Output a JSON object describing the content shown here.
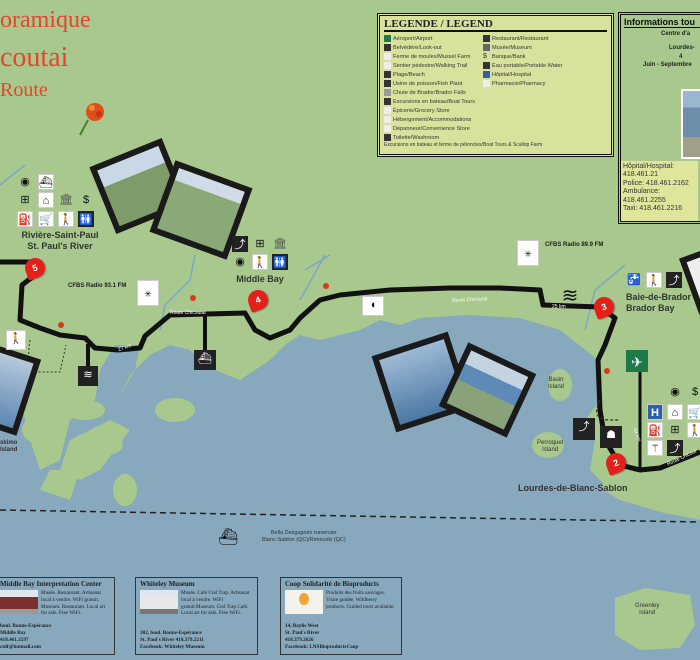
{
  "title": {
    "line1": "oramique",
    "line2": "coutai",
    "line3": "Route"
  },
  "legend": {
    "heading": "LEGENDE / LEGEND",
    "left": [
      "Aéroport/Airport",
      "Belvédère/Look-out",
      "Ferme de moules/Mussel Farm",
      "Sentier pédestre/Walking Trail",
      "Plage/Beach",
      "Usine de poisson/Fish Plant",
      "Chute de Brador/Brador Falls",
      "Excursions en bateau/Boat Tours",
      "Épicerie/Grocery Store",
      "Hébergement/Accommodations",
      "Dépanneur/Convenience Store",
      "Toilette/Washroom"
    ],
    "right": [
      "Restaurant/Restaurant",
      "Musée/Museum",
      "Banque/Bank",
      "Eau portable/Portable Water",
      "Hôpital/Hospital",
      "Pharmacie/Pharmacy"
    ],
    "full": "Excursions en bateau et ferme de pétoncles/Boat Tours & Scallop Farm"
  },
  "info": {
    "heading": "Informations tou",
    "lines": [
      "Centre d'a",
      "Lourdes-",
      "4",
      "Juin - Septembre"
    ],
    "emergency": [
      "Hôpital/Hospital: 418.461.21",
      "Police: 418.461.2162",
      "Ambulance: 418.461.2255",
      "Taxi: 418.461.2216"
    ]
  },
  "places": {
    "st_paul": [
      "Rivière-Saint-Paul",
      "St. Paul's River"
    ],
    "middle_bay": "Middle Bay",
    "brador": [
      "Baie-de-Brador",
      "Brador Bay"
    ],
    "lourdes": "Lourdes-de-Blanc-Sablon",
    "basin": [
      "Basin",
      "Island"
    ],
    "perroquet": [
      "Perroquet",
      "Island"
    ],
    "eskimo": [
      "skimo",
      "Island"
    ],
    "greenley": [
      "Greenley",
      "Island"
    ]
  },
  "radio": [
    "CFBS Radio 93.1 FM",
    "CFBS Radio 89.9 FM"
  ],
  "roads": {
    "route_name": "Route Chicoutai",
    "km1": "27 km",
    "km2": "25 km",
    "km3": "52 km",
    "route2": "Route Chicout"
  },
  "ferry": [
    "Bella Desgagnés traversier",
    "Blanc-Sablon (QC)/Rimouski (QC)"
  ],
  "pins": [
    "5",
    "4",
    "3",
    "2"
  ],
  "cards": [
    {
      "name": "Middle Bay Interpretation Center",
      "desc": "Musée. Restaurant. Artisanat local à vendre. WiFi gratuit. Museum. Restaurant. Local art for sale. Free WiFi.",
      "addr": [
        "boul. Bonne-Espérance",
        "Middle Bay",
        "418.461.3597",
        "ctdf@hotmail.com"
      ]
    },
    {
      "name": "Whiteley Museum",
      "desc": "Musée. Café Cod Trap. Artisanat local à vendre. WiFi gratuit.Museum. Cod Trap Café. Local art for sale. Free WiFi.",
      "addr": [
        "302, boul. Bonne-Espérance",
        "St. Paul's River 418.379.2211",
        "Facebook: Whiteley Museum"
      ]
    },
    {
      "name": "Coop Solidarité de Bioproducts",
      "desc": "Produits des fruits sauvages. Visite guidée. Wildberry products. Guided tours available.",
      "addr": [
        "14, Baylis West",
        "St. Paul's River",
        "418.379.2626",
        "Facebook: LNSBioproductsCoop"
      ]
    }
  ],
  "colors": {
    "land": "#a8c88d",
    "water": "#87a8bd",
    "title": "#e8432e",
    "legend_bg": "#d9e29c"
  }
}
